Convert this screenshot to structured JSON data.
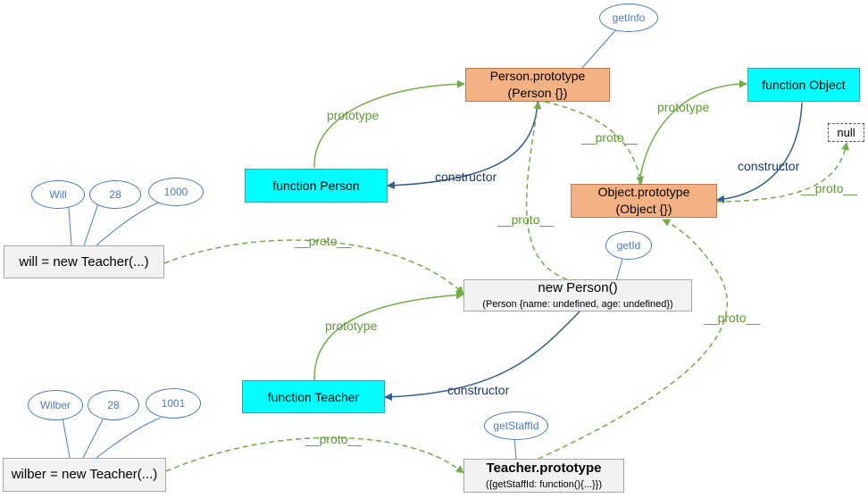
{
  "nodes": {
    "person_prototype": {
      "line1": "Person.prototype",
      "line2": "(Person {})"
    },
    "object_prototype": {
      "line1": "Object.prototype",
      "line2": "(Object {})"
    },
    "function_object": "function Object",
    "function_person": "function Person",
    "function_teacher": "function Teacher",
    "null": "null",
    "will_instance": "will = new Teacher(...)",
    "wilber_instance": "wilber = new Teacher(...)",
    "new_person": {
      "line1": "new Person()",
      "line2": "(Person {name: undefined, age: undefined})"
    },
    "teacher_prototype": {
      "line1": "Teacher.prototype",
      "line2": "({getStaffId: function(){...}})"
    }
  },
  "properties": {
    "getInfo": "getInfo",
    "getId": "getId",
    "getStaffId": "getStaffId",
    "will": [
      "Will",
      "28",
      "1000"
    ],
    "wilber": [
      "Wilber",
      "28",
      "1001"
    ]
  },
  "edge_labels": {
    "prototype": "prototype",
    "constructor": "constructor",
    "proto": "__proto__"
  },
  "colors": {
    "prototype_link": "#70ad47",
    "constructor_link": "#2e5f8f",
    "property_link": "#4a7ebb",
    "function_fill": "#00ffff",
    "prototype_fill": "#f4b183",
    "instance_fill": "#f2f2f2"
  }
}
